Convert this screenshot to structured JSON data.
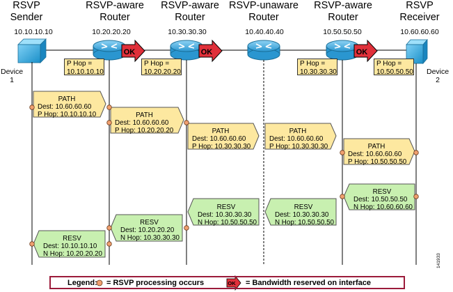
{
  "nodes": [
    {
      "title": "RSVP\nSender",
      "ip": "10.10.10.10"
    },
    {
      "title": "RSVP-aware\nRouter",
      "ip": "10.20.20.20"
    },
    {
      "title": "RSVP-aware\nRouter",
      "ip": "10.30.30.30"
    },
    {
      "title": "RSVP-unaware\nRouter",
      "ip": "10.40.40.40"
    },
    {
      "title": "RSVP-aware\nRouter",
      "ip": "10.50.50.50"
    },
    {
      "title": "RSVP\nReceiver",
      "ip": "10.60.60.60"
    }
  ],
  "device_labels": {
    "left": "Device\n1",
    "right": "Device\n2"
  },
  "hop_boxes": [
    {
      "label": "P Hop =",
      "value": "10.10.10.10"
    },
    {
      "label": "P Hop =",
      "value": "10.20.20.20"
    },
    {
      "label": "P Hop =",
      "value": "10.30.30.30"
    },
    {
      "label": "P Hop =",
      "value": "10.50.50.50"
    }
  ],
  "ok_label": "OK",
  "path_messages": [
    {
      "title": "PATH",
      "dest": "Dest: 10.60.60.60",
      "hop": "P Hop: 10.10.10.10"
    },
    {
      "title": "PATH",
      "dest": "Dest: 10.60.60.60",
      "hop": "P Hop: 10.20.20.20"
    },
    {
      "title": "PATH",
      "dest": "Dest: 10.60.60.60",
      "hop": "P Hop: 10.30.30.30"
    },
    {
      "title": "PATH",
      "dest": "Dest: 10.60.60.60",
      "hop": "P Hop: 10.30.30.30"
    },
    {
      "title": "PATH",
      "dest": "Dest: 10.60.60.60",
      "hop": "P Hop: 10.50.50.50"
    }
  ],
  "resv_messages": [
    {
      "title": "RESV",
      "dest": "Dest: 10.50.50.50",
      "hop": "N Hop: 10.60.60.60"
    },
    {
      "title": "RESV",
      "dest": "Dest: 10.30.30.30",
      "hop": "N Hop: 10.50.50.50"
    },
    {
      "title": "RESV",
      "dest": "Dest: 10.30.30.30",
      "hop": "N Hop: 10.50.50.50"
    },
    {
      "title": "RESV",
      "dest": "Dest: 10.20.20.20",
      "hop": "N Hop: 10.30.30.30"
    },
    {
      "title": "RESV",
      "dest": "Dest: 10.10.10.10",
      "hop": "N Hop: 10.20.20.20"
    }
  ],
  "legend": {
    "label": "Legend:",
    "processing": "= RSVP processing occurs",
    "bandwidth": "= Bandwidth reserved on interface"
  },
  "figure_number": "141933",
  "colors": {
    "path_fill": "#fde8a0",
    "resv_fill": "#c8f0b0",
    "ok_fill": "#e0303a",
    "dot_fill": "#f0a070",
    "host_fill": "#29a9e0",
    "router_fill": "#3aaee3",
    "legend_border": "#9b1a3a"
  }
}
